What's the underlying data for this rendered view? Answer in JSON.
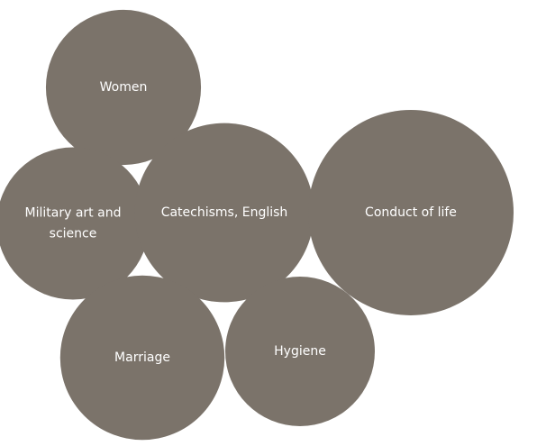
{
  "chart_data": {
    "type": "packed-bubble",
    "title": "",
    "bubbles": [
      {
        "label": "Women",
        "lines": [
          "Women"
        ],
        "value": 0.57
      },
      {
        "label": "Military art and science",
        "lines": [
          "Military art and",
          "science"
        ],
        "value": 0.55
      },
      {
        "label": "Catechisms, English",
        "lines": [
          "Catechisms, English"
        ],
        "value": 0.76
      },
      {
        "label": "Conduct of life",
        "lines": [
          "Conduct of life"
        ],
        "value": 1.0
      },
      {
        "label": "Marriage",
        "lines": [
          "Marriage"
        ],
        "value": 0.64
      },
      {
        "label": "Hygiene",
        "lines": [
          "Hygiene"
        ],
        "value": 0.53
      }
    ]
  },
  "colors": {
    "bubble": "#7b736a",
    "label": "#ffffff"
  }
}
